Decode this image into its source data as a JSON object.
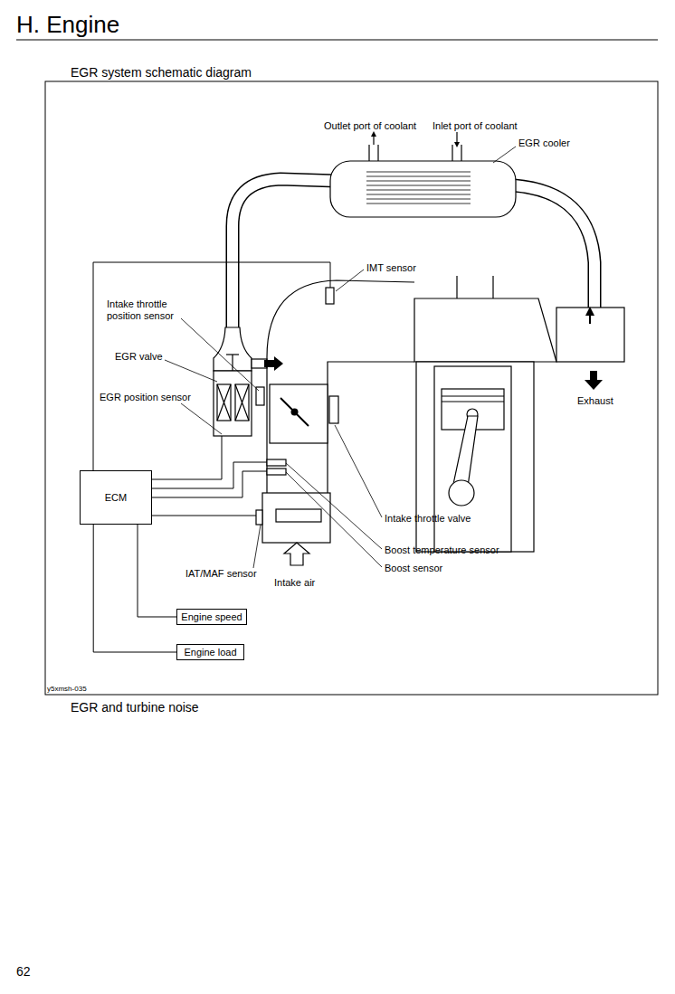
{
  "diagram": {
    "title": "EGR system schematic diagram",
    "nodes": [
      {
        "text": [
          "ECM"
        ]
      },
      {
        "text": [
          "Engine speed"
        ]
      },
      {
        "text": [
          "Engine load"
        ]
      }
    ],
    "edges": [
      {
        "from": 0,
        "to": 1,
        "arrow": "none"
      },
      {
        "from": 0,
        "to": 2,
        "arrow": "none"
      }
    ],
    "labels": [
      "H. Engine",
      "Outlet port of coolant",
      "Inlet port of coolant",
      "EGR cooler",
      "IMT sensor",
      "Intake throttle position sensor",
      "EGR valve",
      "EGR position sensor",
      "Exhaust",
      "Intake throttle valve",
      "Boost temperature sensor",
      "Boost sensor",
      "IAT/MAF sensor",
      "Intake air",
      "y5xmsh-035",
      "EGR and turbine noise",
      "62"
    ]
  }
}
